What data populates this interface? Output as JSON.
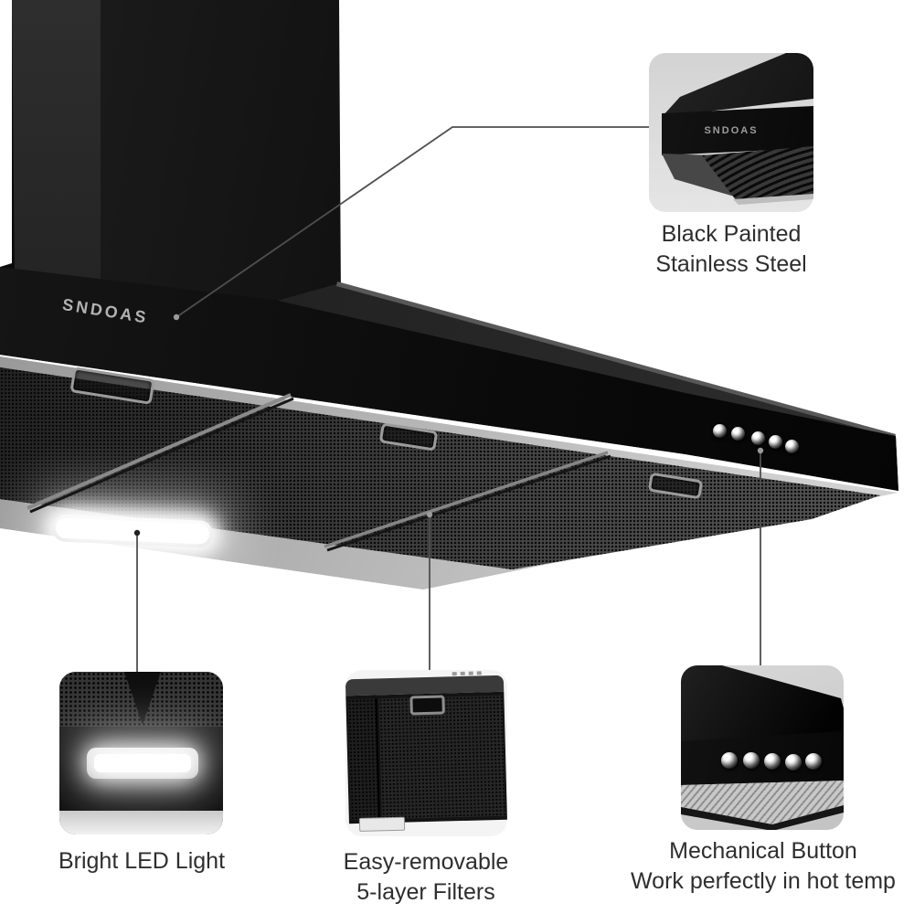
{
  "image_type": "product-feature-diagram",
  "product": {
    "brand_logo": "SNDOAS",
    "inset_logo": "SNDOAS"
  },
  "callouts": [
    {
      "id": "stainless",
      "lines": [
        "Black Painted",
        "Stainless Steel"
      ]
    },
    {
      "id": "led",
      "lines": [
        "Bright LED Light"
      ]
    },
    {
      "id": "filters",
      "lines": [
        "Easy-removable",
        "5-layer Filters"
      ]
    },
    {
      "id": "buttons",
      "lines": [
        "Mechanical Button",
        "Work perfectly in hot temp"
      ]
    }
  ],
  "features": {
    "control_button_count": 5,
    "filter_panel_count": 3,
    "filter_handle_count": 3
  },
  "colors": {
    "background": "#ffffff",
    "hood_black": "#0b0b0b",
    "metal_silver": "#b5b5b5",
    "caption_text": "#2e2e2e",
    "callout_line": "#4f4f4f",
    "led_glow": "#ffffff",
    "logo_gray": "#b2b2b2"
  }
}
